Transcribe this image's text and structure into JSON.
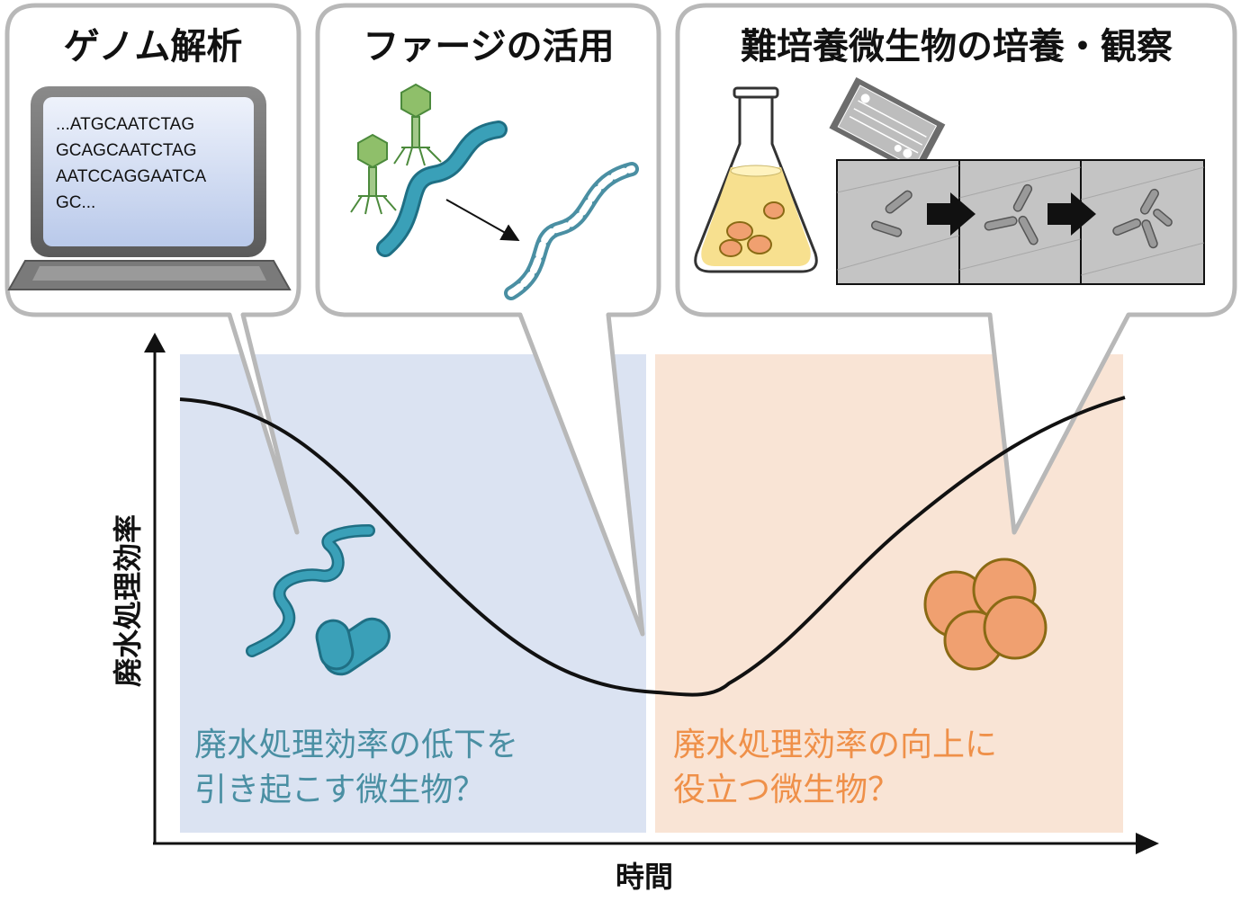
{
  "bubbles": [
    {
      "id": "genome",
      "title": "ゲノム解析"
    },
    {
      "id": "phage",
      "title": "ファージの活用"
    },
    {
      "id": "culture",
      "title": "難培養微生物の培養・観察"
    }
  ],
  "dna_sequence_lines": [
    "...ATGCAATCTAG",
    "GCAGCAATCTAG",
    "AATCCAGGAATCA",
    "GC..."
  ],
  "regions": {
    "left": {
      "line1": "廃水処理効率の低下を",
      "line2": "引き起こす微生物？",
      "text_color": "#4a8fa3",
      "bg_color": "#dbe3f2"
    },
    "right": {
      "line1": "廃水処理効率の向上に",
      "line2": "役立つ微生物？",
      "text_color": "#ef9049",
      "bg_color": "#f9e4d5"
    }
  },
  "axes": {
    "x_label": "時間",
    "y_label": "廃水処理効率"
  },
  "colors": {
    "bacteria_blue": "#3aa0b8",
    "bacteria_orange": "#f0a070",
    "cell_outline": "#8a6a14",
    "bubble_border": "#b8b8b8",
    "phage_green": "#8fbf6a"
  },
  "icons": [
    "laptop-icon",
    "phage-icon",
    "flask-icon",
    "microfluidic-chip-icon",
    "arrow-right-icon"
  ]
}
